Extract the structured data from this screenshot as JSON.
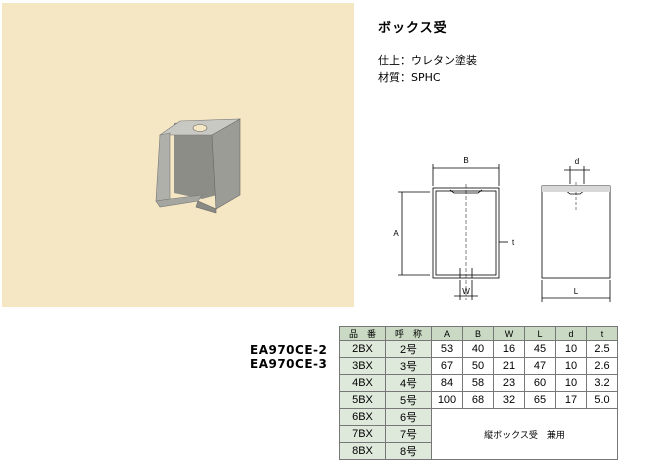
{
  "product": {
    "title": "ボックス受",
    "finish": "仕上：ウレタン塗装",
    "material": "材質：SPHC"
  },
  "models": [
    "EA970CE-2",
    "EA970CE-3"
  ],
  "diagram_labels": {
    "B": "B",
    "A": "A",
    "t": "t",
    "W": "W",
    "d": "d",
    "L": "L"
  },
  "table": {
    "headers": [
      "品　番",
      "呼　称",
      "A",
      "B",
      "W",
      "L",
      "d",
      "t"
    ],
    "rows": [
      [
        "2BX",
        "2号",
        "53",
        "40",
        "16",
        "45",
        "10",
        "2.5"
      ],
      [
        "3BX",
        "3号",
        "67",
        "50",
        "21",
        "47",
        "10",
        "2.6"
      ],
      [
        "4BX",
        "4号",
        "84",
        "58",
        "23",
        "60",
        "10",
        "3.2"
      ],
      [
        "5BX",
        "5号",
        "100",
        "68",
        "32",
        "65",
        "17",
        "5.0"
      ]
    ],
    "extra_rows": [
      [
        "6BX",
        "6号"
      ],
      [
        "7BX",
        "7号"
      ],
      [
        "8BX",
        "8号"
      ]
    ],
    "note": "縦ボックス受　兼用"
  }
}
